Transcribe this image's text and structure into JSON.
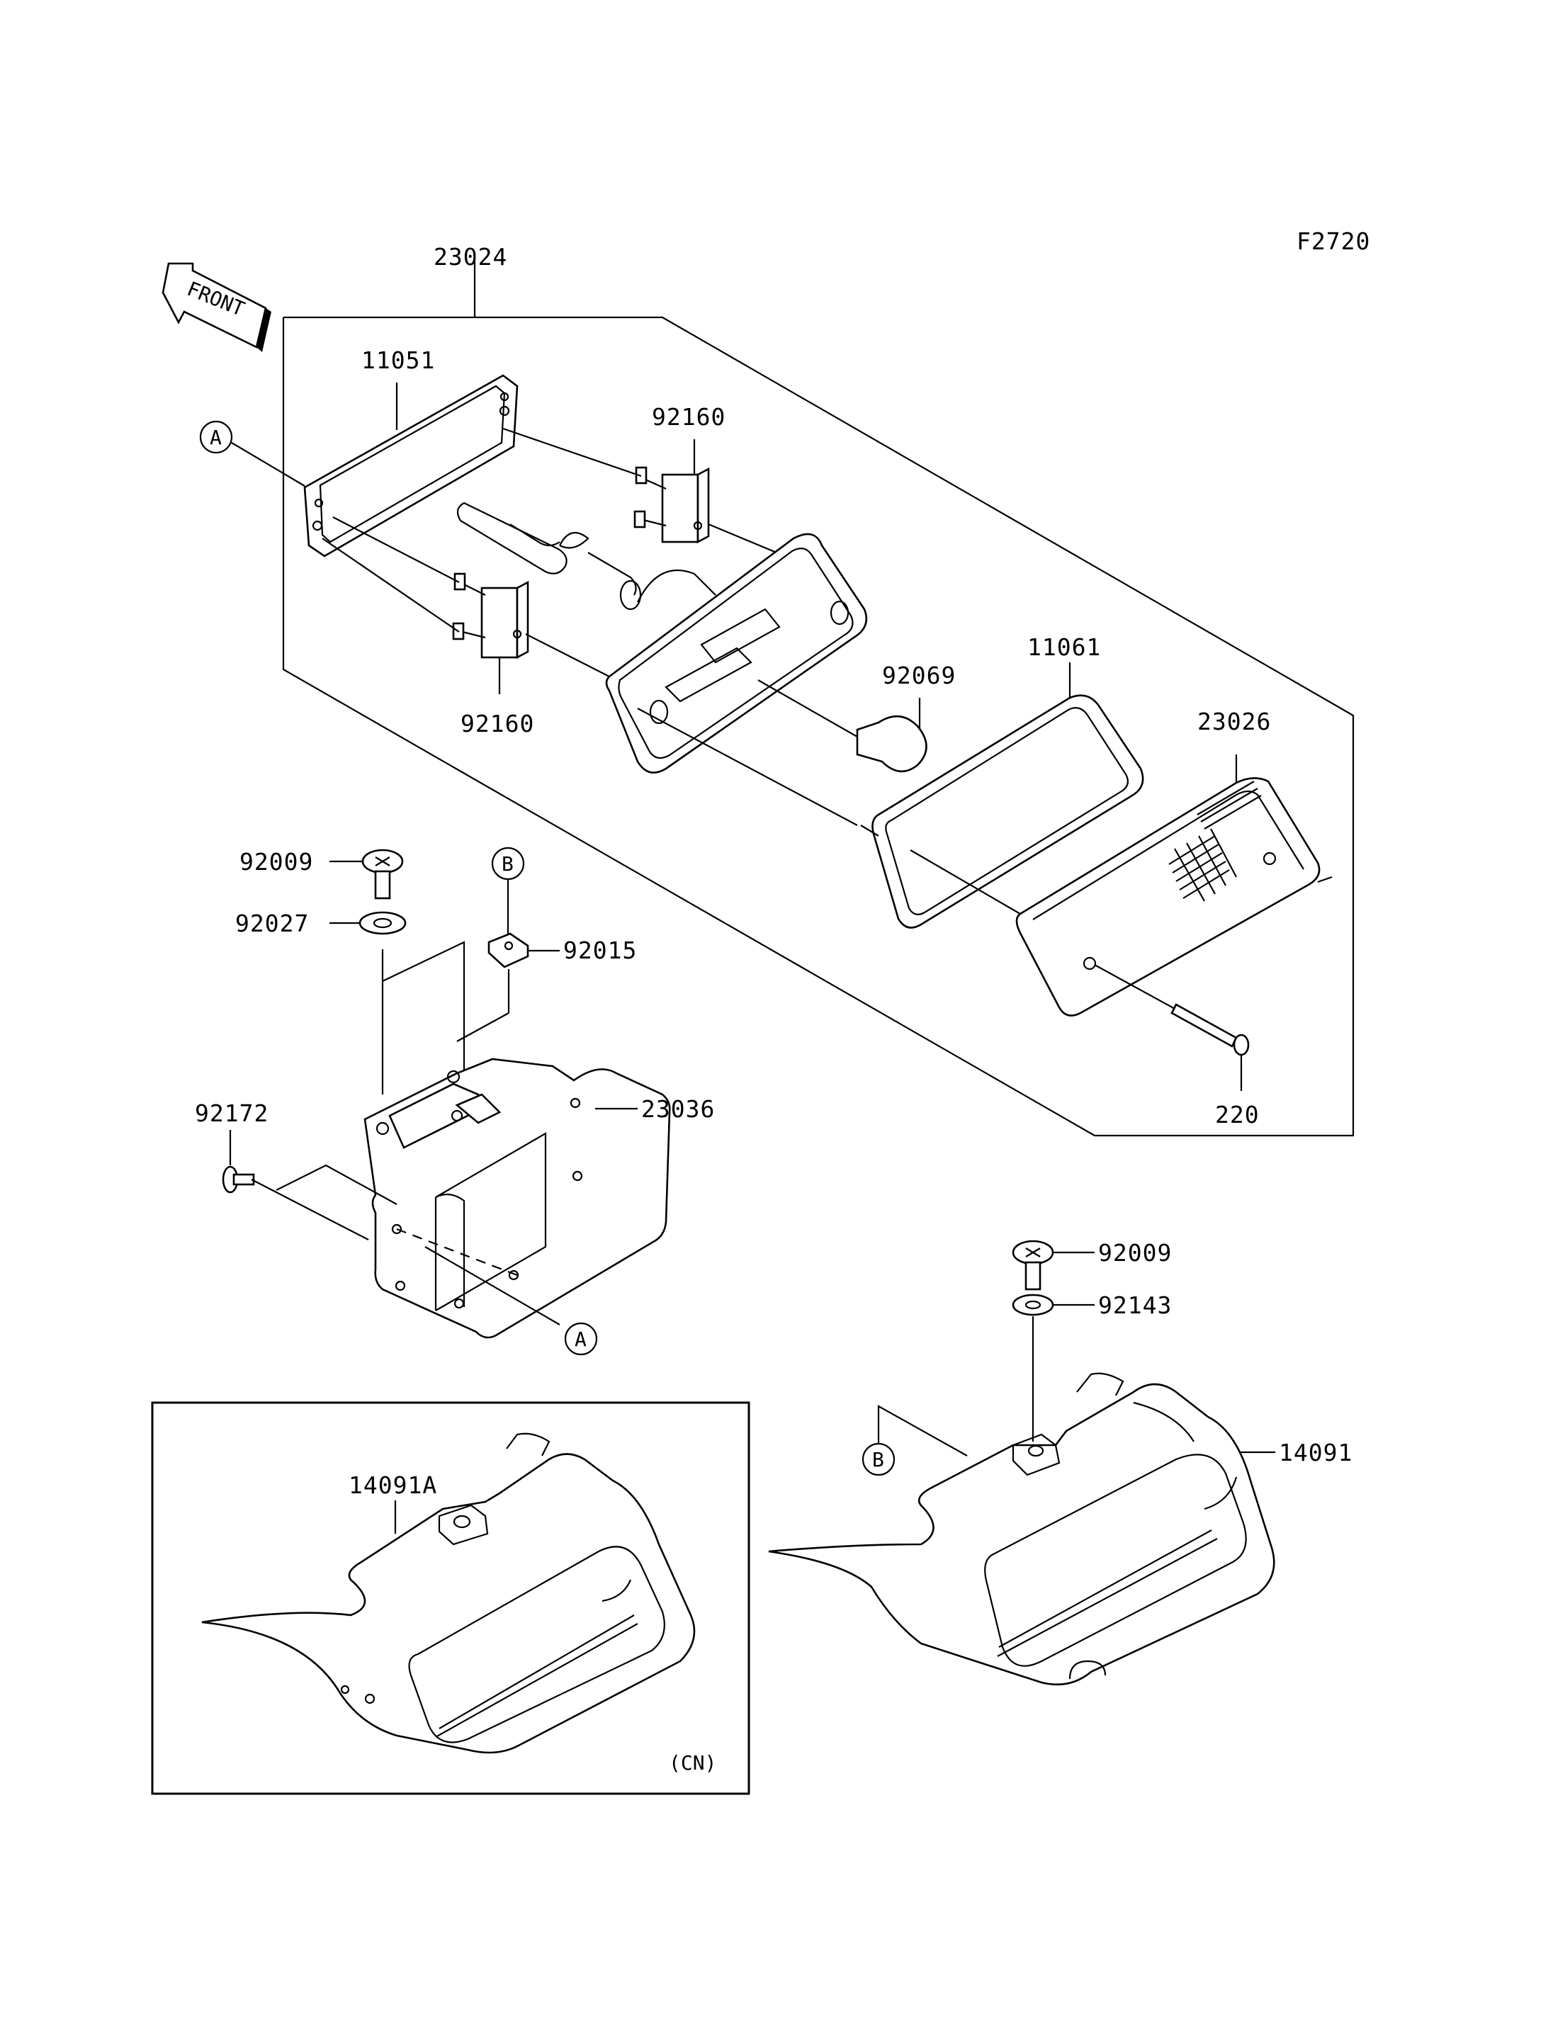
{
  "diagram": {
    "figure_code": "F2720",
    "front_arrow_label": "FRONT",
    "callouts": {
      "A": "A",
      "B": "B"
    },
    "parts": {
      "p23024": "23024",
      "p11051": "11051",
      "p92160_top": "92160",
      "p92160_bottom": "92160",
      "p92069": "92069",
      "p11061": "11061",
      "p23026": "23026",
      "p220": "220",
      "p92009_left": "92009",
      "p92027": "92027",
      "p92015": "92015",
      "p92172": "92172",
      "p23036": "23036",
      "p92009_right": "92009",
      "p92143": "92143",
      "p14091": "14091",
      "p14091A": "14091A"
    },
    "variant_box_label": "(CN)"
  }
}
